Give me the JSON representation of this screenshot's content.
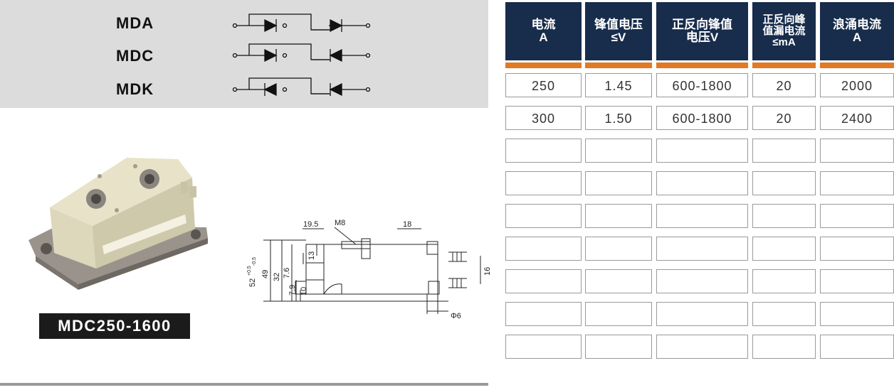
{
  "variants": [
    {
      "label": "MDA",
      "symbol": "dual-diode-series-icon"
    },
    {
      "label": "MDC",
      "symbol": "dual-diode-common-cathode-icon"
    },
    {
      "label": "MDK",
      "symbol": "dual-diode-common-anode-icon"
    }
  ],
  "product": {
    "model": "MDC250-1600",
    "photo": "power-module-photo"
  },
  "drawing": {
    "dims": {
      "d1": "19.5",
      "d2": "M8",
      "d3": "18",
      "d4": "13",
      "d5": "52",
      "d5_tol_up": "+0.5",
      "d5_tol_dn": "-0.5",
      "d6": "49",
      "d7": "32",
      "d8": "7.6",
      "d9": "7.9",
      "d10": "10",
      "d11": "16",
      "d12": "Φ6"
    }
  },
  "table": {
    "headers": [
      [
        "电流",
        "A"
      ],
      [
        "锋值电压",
        "≤V"
      ],
      [
        "正反向锋值",
        "电压V"
      ],
      [
        "正反向峰",
        "值漏电流",
        "≤mA"
      ],
      [
        "浪涌电流",
        "A"
      ]
    ],
    "rows": [
      [
        "250",
        "1.45",
        "600-1800",
        "20",
        "2000"
      ],
      [
        "300",
        "1.50",
        "600-1800",
        "20",
        "2400"
      ],
      [
        "",
        "",
        "",
        "",
        ""
      ],
      [
        "",
        "",
        "",
        "",
        ""
      ],
      [
        "",
        "",
        "",
        "",
        ""
      ],
      [
        "",
        "",
        "",
        "",
        ""
      ],
      [
        "",
        "",
        "",
        "",
        ""
      ],
      [
        "",
        "",
        "",
        "",
        ""
      ],
      [
        "",
        "",
        "",
        "",
        ""
      ]
    ]
  },
  "colors": {
    "header_bg": "#182c4c",
    "accent": "#e07a24",
    "band_bg": "#dcdcdc"
  }
}
